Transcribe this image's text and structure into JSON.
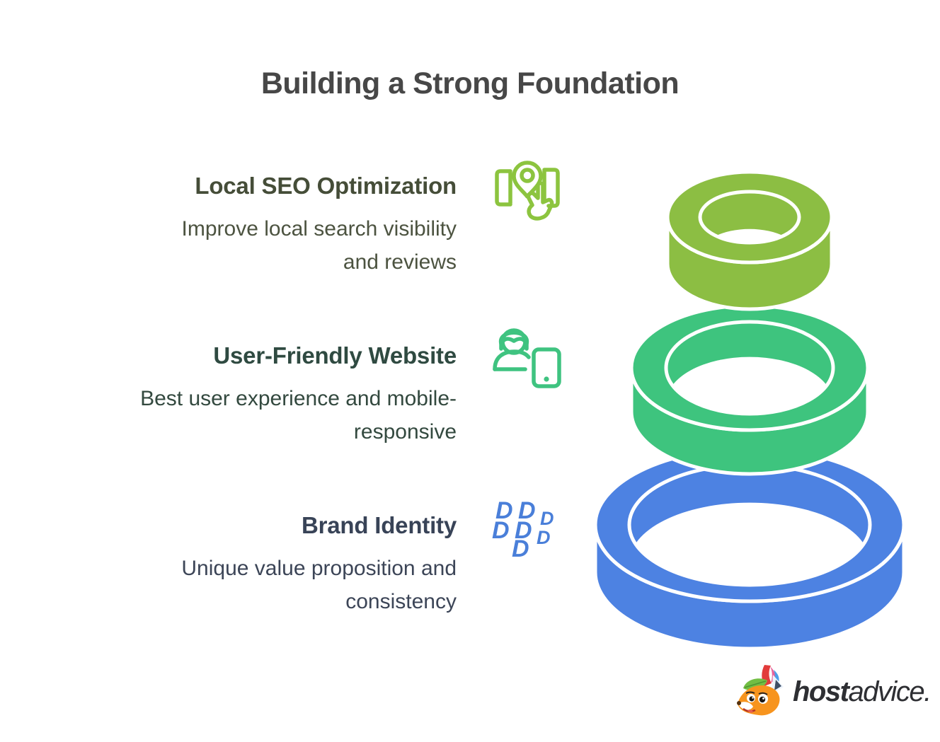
{
  "title": "Building a Strong Foundation",
  "title_color": "#474747",
  "sections": [
    {
      "heading": "Local SEO Optimization",
      "lines": [
        "Improve local search visibility",
        "and reviews"
      ],
      "icon": "map-location-pin-icon",
      "icon_color": "#8CC43F",
      "heading_color": "#454D38",
      "body_color": "#4C5340",
      "ring_color": "#8CBE43",
      "ring_position": "top"
    },
    {
      "heading": "User-Friendly Website",
      "lines": [
        "Best user experience and mobile-",
        "responsive"
      ],
      "icon": "woman-with-phone-icon",
      "icon_color": "#3FC380",
      "heading_color": "#2F4A41",
      "body_color": "#33493F",
      "ring_color": "#3EC47E",
      "ring_position": "middle"
    },
    {
      "heading": "Brand Identity",
      "lines": [
        "Unique value proposition and",
        "consistency"
      ],
      "icon": "brand-letters-icon",
      "icon_color": "#4A7FD9",
      "heading_color": "#384357",
      "body_color": "#3C4557",
      "ring_color": "#4D82E2",
      "ring_position": "bottom"
    }
  ],
  "rings": {
    "stroke": "#FFFFFF"
  },
  "logo": {
    "bold": "host",
    "light": "advice.",
    "text_color": "#2E2F33",
    "icon": "fox-mascot-icon"
  },
  "brand_d_glyph": "D"
}
